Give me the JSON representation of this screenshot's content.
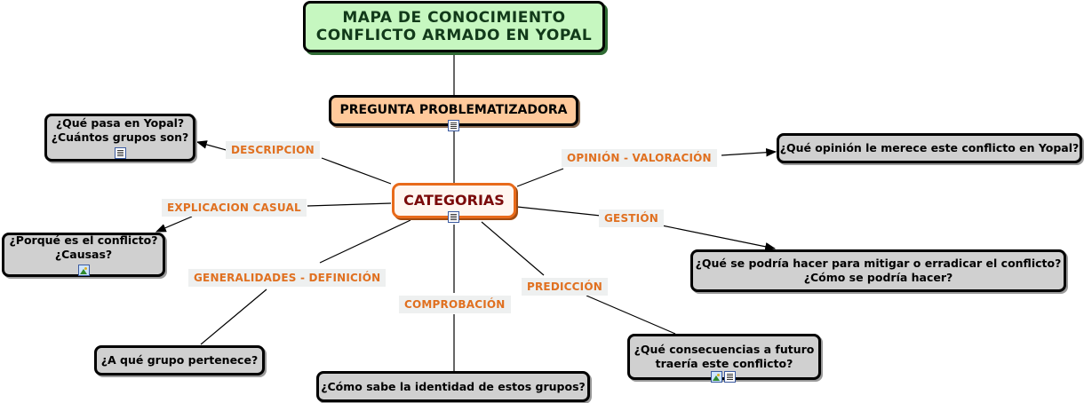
{
  "title": {
    "line1": "MAPA DE CONOCIMIENTO",
    "line2": "CONFLICTO ARMADO EN YOPAL"
  },
  "question": {
    "label": "PREGUNTA PROBLEMATIZADORA",
    "icon": "document-icon"
  },
  "center": {
    "label": "CATEGORIAS",
    "icon": "document-icon"
  },
  "links": {
    "descripcion": "DESCRIPCION",
    "explicacion": "EXPLICACION CASUAL",
    "generalidades": "GENERALIDADES - DEFINICIÓN",
    "comprobacion": "COMPROBACIÓN",
    "prediccion": "PREDICCIÓN",
    "gestion": "GESTIÓN",
    "opinion": "OPINIÓN - VALORACIÓN"
  },
  "nodes": {
    "yopal": {
      "text": "¿Qué pasa en Yopal?\n¿Cuántos grupos son?",
      "icons": [
        "document-icon"
      ]
    },
    "porque": {
      "text": "¿Porqué es el conflicto?\n¿Causas?",
      "icons": [
        "image-icon"
      ]
    },
    "grupo": {
      "text": "¿A qué grupo pertenece?",
      "icons": []
    },
    "identidad": {
      "text": "¿Cómo  sabe la identidad de estos grupos?",
      "icons": []
    },
    "consecuencias": {
      "text": "¿Qué consecuencias a futuro\ntraería este conflicto?",
      "icons": [
        "image-icon",
        "document-icon"
      ]
    },
    "mitigar": {
      "text": "¿Qué se podría hacer para mitigar o erradicar el conflicto?\n¿Cómo se podría hacer?",
      "icons": []
    },
    "opinion": {
      "text": "¿Qué opinión le merece este conflicto en Yopal?",
      "icons": []
    }
  },
  "colors": {
    "title_bg": "#c6f7c0",
    "question_bg": "#ffc99b",
    "center_border": "#e86a1a",
    "center_text": "#7a0a0a",
    "node_bg": "#d0d0d0",
    "link_text": "#e07020"
  }
}
